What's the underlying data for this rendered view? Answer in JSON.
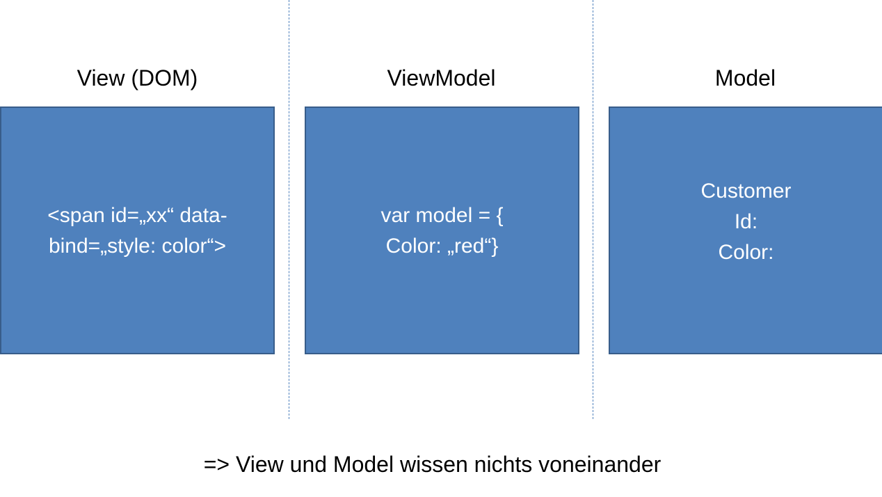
{
  "columns": [
    {
      "title": "View (DOM)",
      "box_text": "<span id=„xx“ data-\nbind=„style: color“>"
    },
    {
      "title": "ViewModel",
      "box_text": "var model = {\nColor: „red“}"
    },
    {
      "title": "Model",
      "box_text": "Customer\nId:\nColor:"
    }
  ],
  "footer": "=> View und Model wissen nichts voneinander",
  "colors": {
    "box_fill": "#4f81bd",
    "box_border": "#385d8a",
    "divider": "#4f81bd",
    "box_text": "#ffffff"
  }
}
